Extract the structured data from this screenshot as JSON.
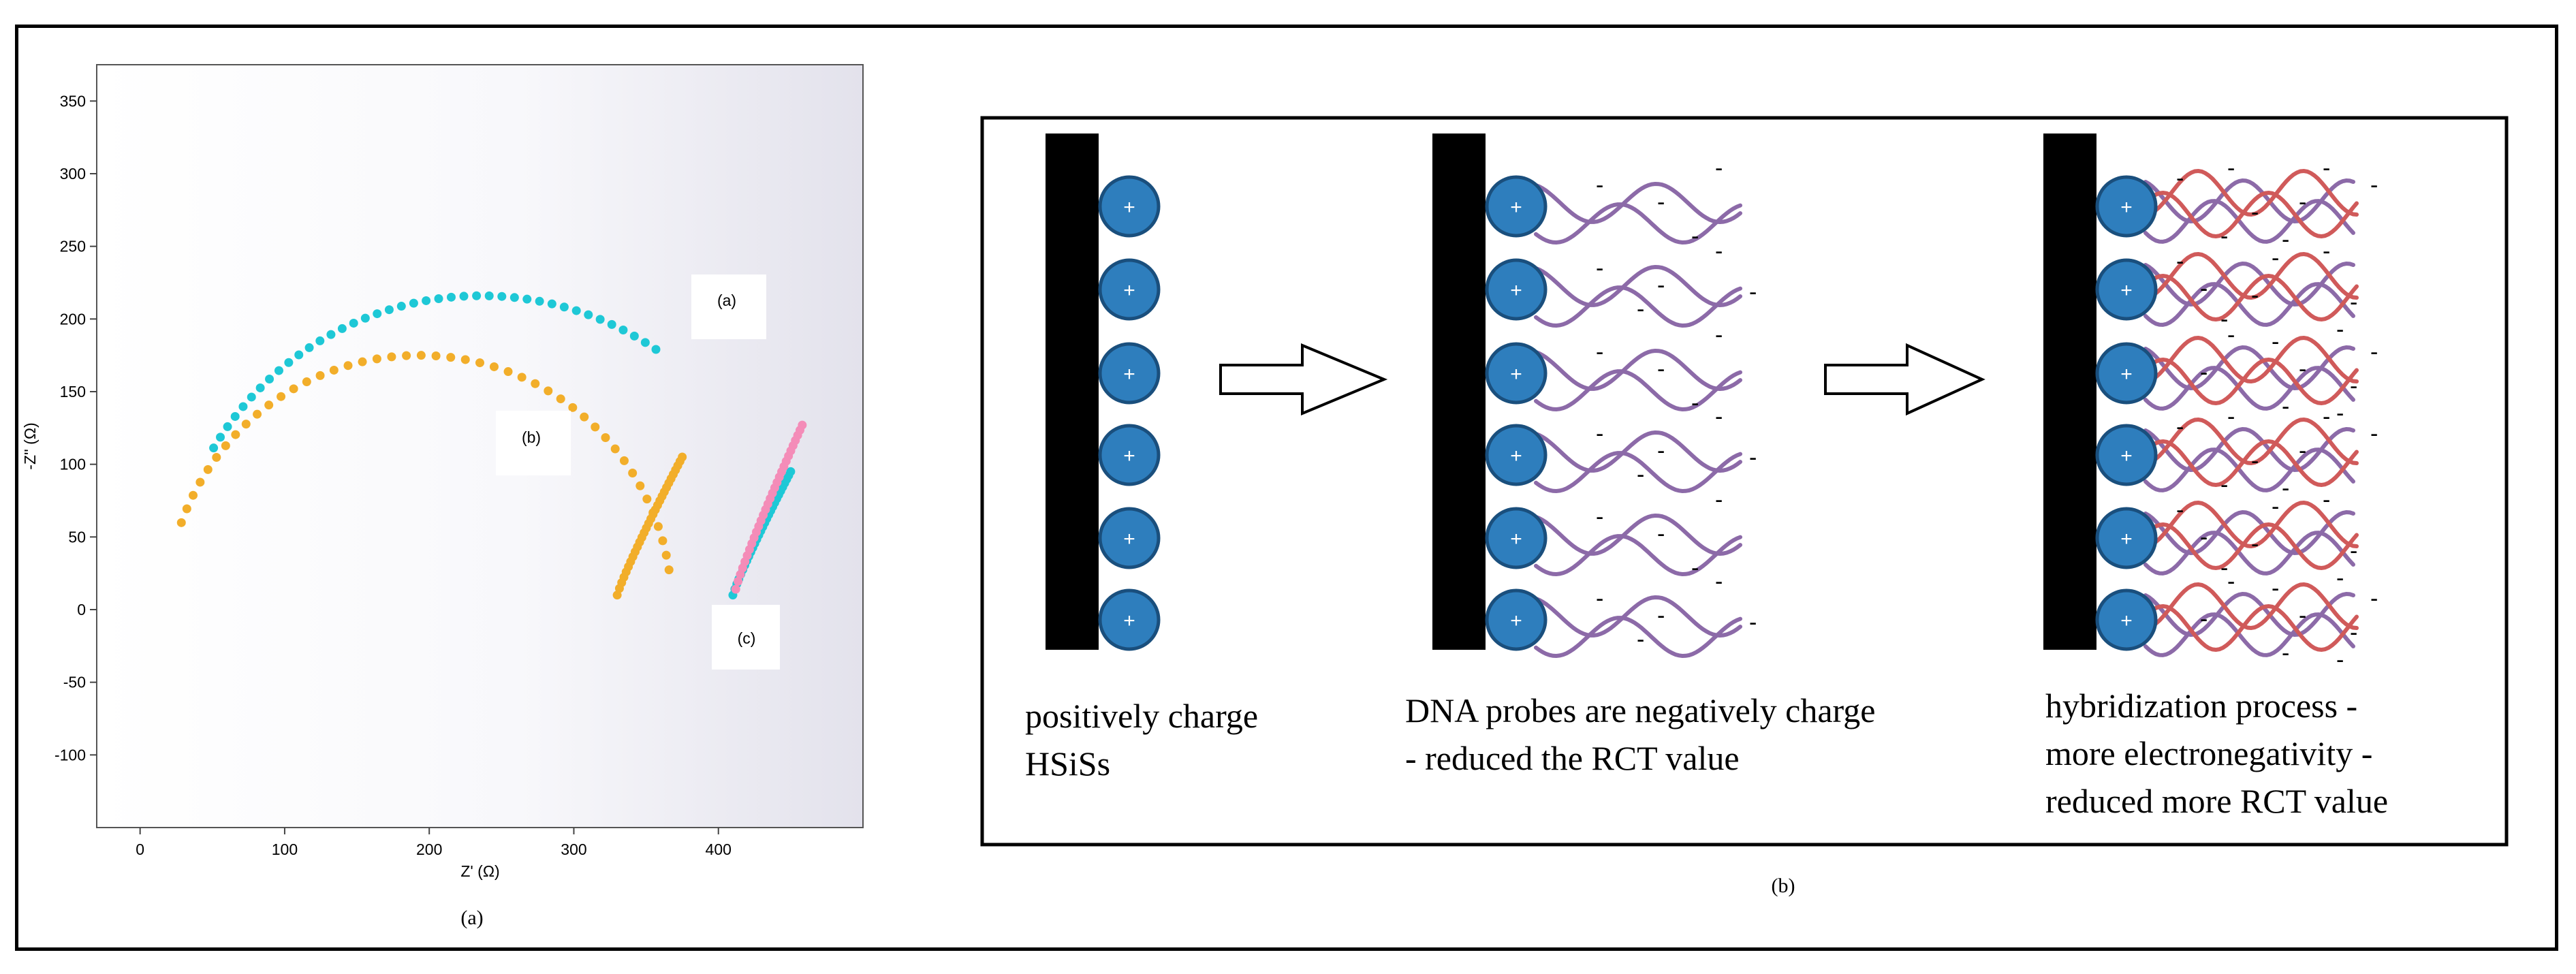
{
  "figure": {
    "panel_a_caption": "(a)",
    "panel_b_caption": "(b)"
  },
  "chart_data": {
    "type": "scatter",
    "title": "",
    "xlabel": "Z' (Ω)",
    "ylabel": "-Z'' (Ω)",
    "xlim": [
      -30,
      500
    ],
    "ylim": [
      -150,
      375
    ],
    "xticks": [
      0,
      100,
      200,
      300,
      400
    ],
    "yticks": [
      -100,
      -50,
      0,
      50,
      100,
      150,
      200,
      250,
      300,
      350
    ],
    "grid": false,
    "background": "gradient-white-to-lavender",
    "series": [
      {
        "name": "(a)",
        "color": "#1ec8d6",
        "arc": {
          "center_x": 236,
          "center_y": 0,
          "radius": 216,
          "theta_start_deg": 149,
          "theta_end_deg": 56,
          "points": 41
        },
        "tail": {
          "from": [
            410,
            10
          ],
          "to": [
            450,
            95
          ],
          "points": 30
        }
      },
      {
        "name": "(b)",
        "color": "#f2ae2a",
        "arc": {
          "center_x": 193,
          "center_y": 0,
          "radius": 175,
          "theta_start_deg": 160,
          "theta_end_deg": 9,
          "points": 46
        },
        "tail": {
          "from": [
            330,
            10
          ],
          "to": [
            375,
            105
          ],
          "points": 30
        }
      },
      {
        "name": "(c)",
        "color": "#f48cb8",
        "tail": {
          "from": [
            412,
            14
          ],
          "to": [
            458,
            127
          ],
          "points": 30
        }
      }
    ],
    "annotations": [
      "(a)",
      "(b)",
      "(c)"
    ]
  },
  "diagram": {
    "stage1_label_lines": [
      "positively charge",
      "HSiSs"
    ],
    "stage2_label_lines": [
      "DNA probes are negatively charge",
      "- reduced the RCT value"
    ],
    "stage3_label_lines": [
      "hybridization process -",
      "more electronegativity -",
      "reduced more RCT value"
    ],
    "plus_sign": "+",
    "minus_sign": "-",
    "bead_color": "#2e7ebd",
    "probe_color": "#8c6aa8",
    "target_color": "#d05a5a"
  }
}
